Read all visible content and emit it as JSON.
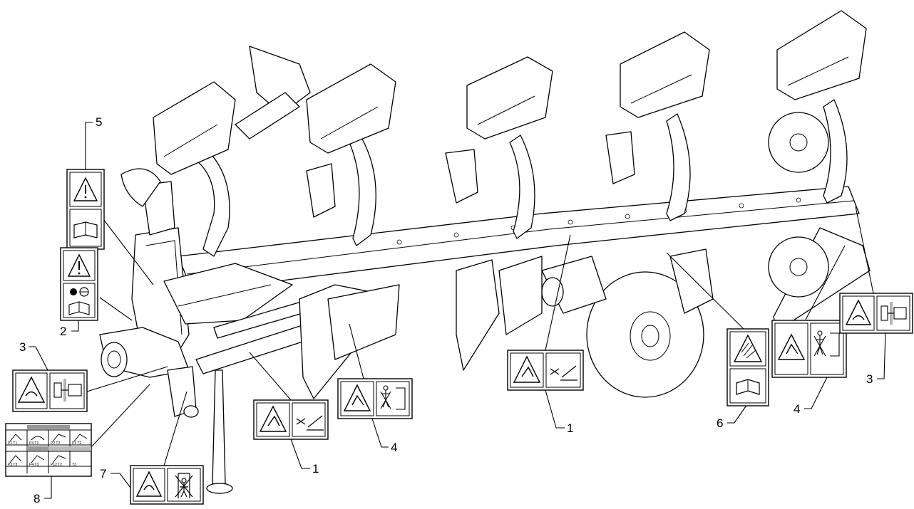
{
  "diagram": {
    "callouts": [
      {
        "id": "c5",
        "number": "5"
      },
      {
        "id": "c2",
        "number": "2"
      },
      {
        "id": "c3l",
        "number": "3"
      },
      {
        "id": "c8",
        "number": "8"
      },
      {
        "id": "c7",
        "number": "7"
      },
      {
        "id": "c1a",
        "number": "1"
      },
      {
        "id": "c4a",
        "number": "4"
      },
      {
        "id": "c1b",
        "number": "1"
      },
      {
        "id": "c6",
        "number": "6"
      },
      {
        "id": "c4b",
        "number": "4"
      },
      {
        "id": "c3r",
        "number": "3"
      }
    ],
    "decal_8": {
      "labels": [
        "P1 T1",
        "P4 T1",
        "P2 T2",
        "P3 T2",
        "P3 T3",
        "P4 T3",
        "P12 T2",
        "T3"
      ]
    }
  }
}
